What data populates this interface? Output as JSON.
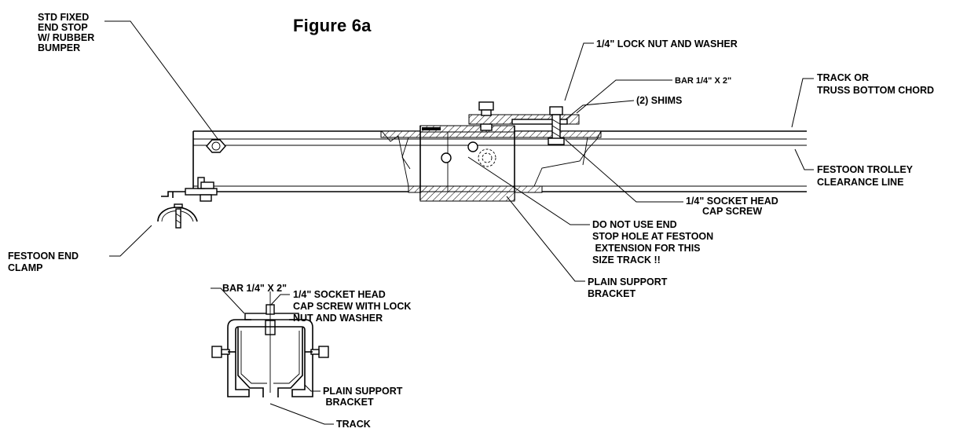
{
  "figure": {
    "title": "Figure 6a"
  },
  "labels": {
    "end_stop": [
      "STD FIXED",
      "END STOP",
      "W/ RUBBER",
      "BUMPER"
    ],
    "lock_nut": [
      "1/4\" LOCK NUT AND WASHER"
    ],
    "bar_top": [
      "BAR 1/4\" X 2\""
    ],
    "shims": [
      "(2) SHIMS"
    ],
    "track_or_truss": [
      "TRACK OR",
      "TRUSS BOTTOM CHORD"
    ],
    "trolley_clearance": [
      "FESTOON TROLLEY",
      "CLEARANCE LINE"
    ],
    "socket_head": [
      "1/4\" SOCKET HEAD",
      "CAP SCREW"
    ],
    "end_stop_hole": [
      "DO NOT USE END",
      "STOP HOLE AT FESTOON",
      " EXTENSION FOR THIS",
      "SIZE TRACK !!"
    ],
    "plain_support_side": [
      "PLAIN SUPPORT",
      "BRACKET"
    ],
    "end_clamp": [
      "FESTOON END",
      "CLAMP"
    ],
    "bar_section": [
      "BAR 1/4\" X 2\""
    ],
    "socket_head_section": [
      "1/4\" SOCKET HEAD",
      "CAP SCREW WITH LOCK",
      "NUT AND WASHER"
    ],
    "plain_support_section": [
      "PLAIN SUPPORT",
      " BRACKET"
    ],
    "track_section": [
      "TRACK"
    ]
  }
}
